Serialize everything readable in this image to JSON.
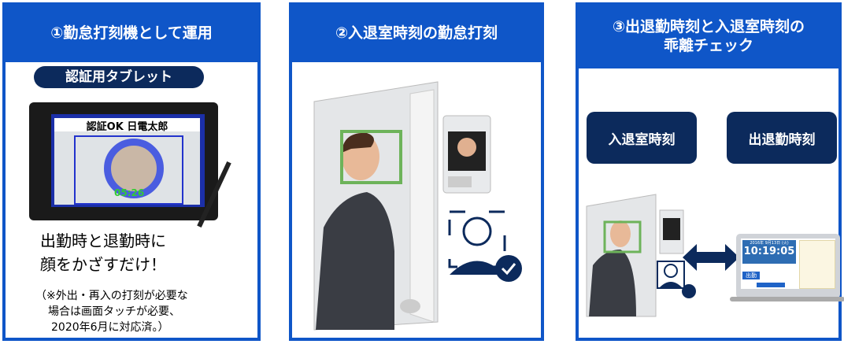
{
  "panel1": {
    "title": "①勤怠打刻機として運用",
    "badge": "認証用タブレット",
    "screen_text": "認証OK 日電太郎",
    "timer": "05:26",
    "main_text_1": "出勤時と退勤時に",
    "main_text_2": "顔をかざすだけ！",
    "note_1": "（※外出・再入の打刻が必要な",
    "note_2": "場合は画面タッチが必要、",
    "note_3": "2020年6月に対応済。）"
  },
  "panel2": {
    "title": "②入退室時刻の勤怠打刻"
  },
  "panel3": {
    "title_1": "③出退勤時刻と入退室時刻の",
    "title_2": "乖離チェック",
    "box_left": "入退室時刻",
    "box_right": "出退勤時刻",
    "laptop_date": "2016年 9月13日 (火)",
    "laptop_time": "10:19:05",
    "laptop_button": "出勤"
  },
  "colors": {
    "brand_blue": "#0f56c8",
    "navy": "#0c2a5c",
    "face_frame": "#6db35a"
  }
}
